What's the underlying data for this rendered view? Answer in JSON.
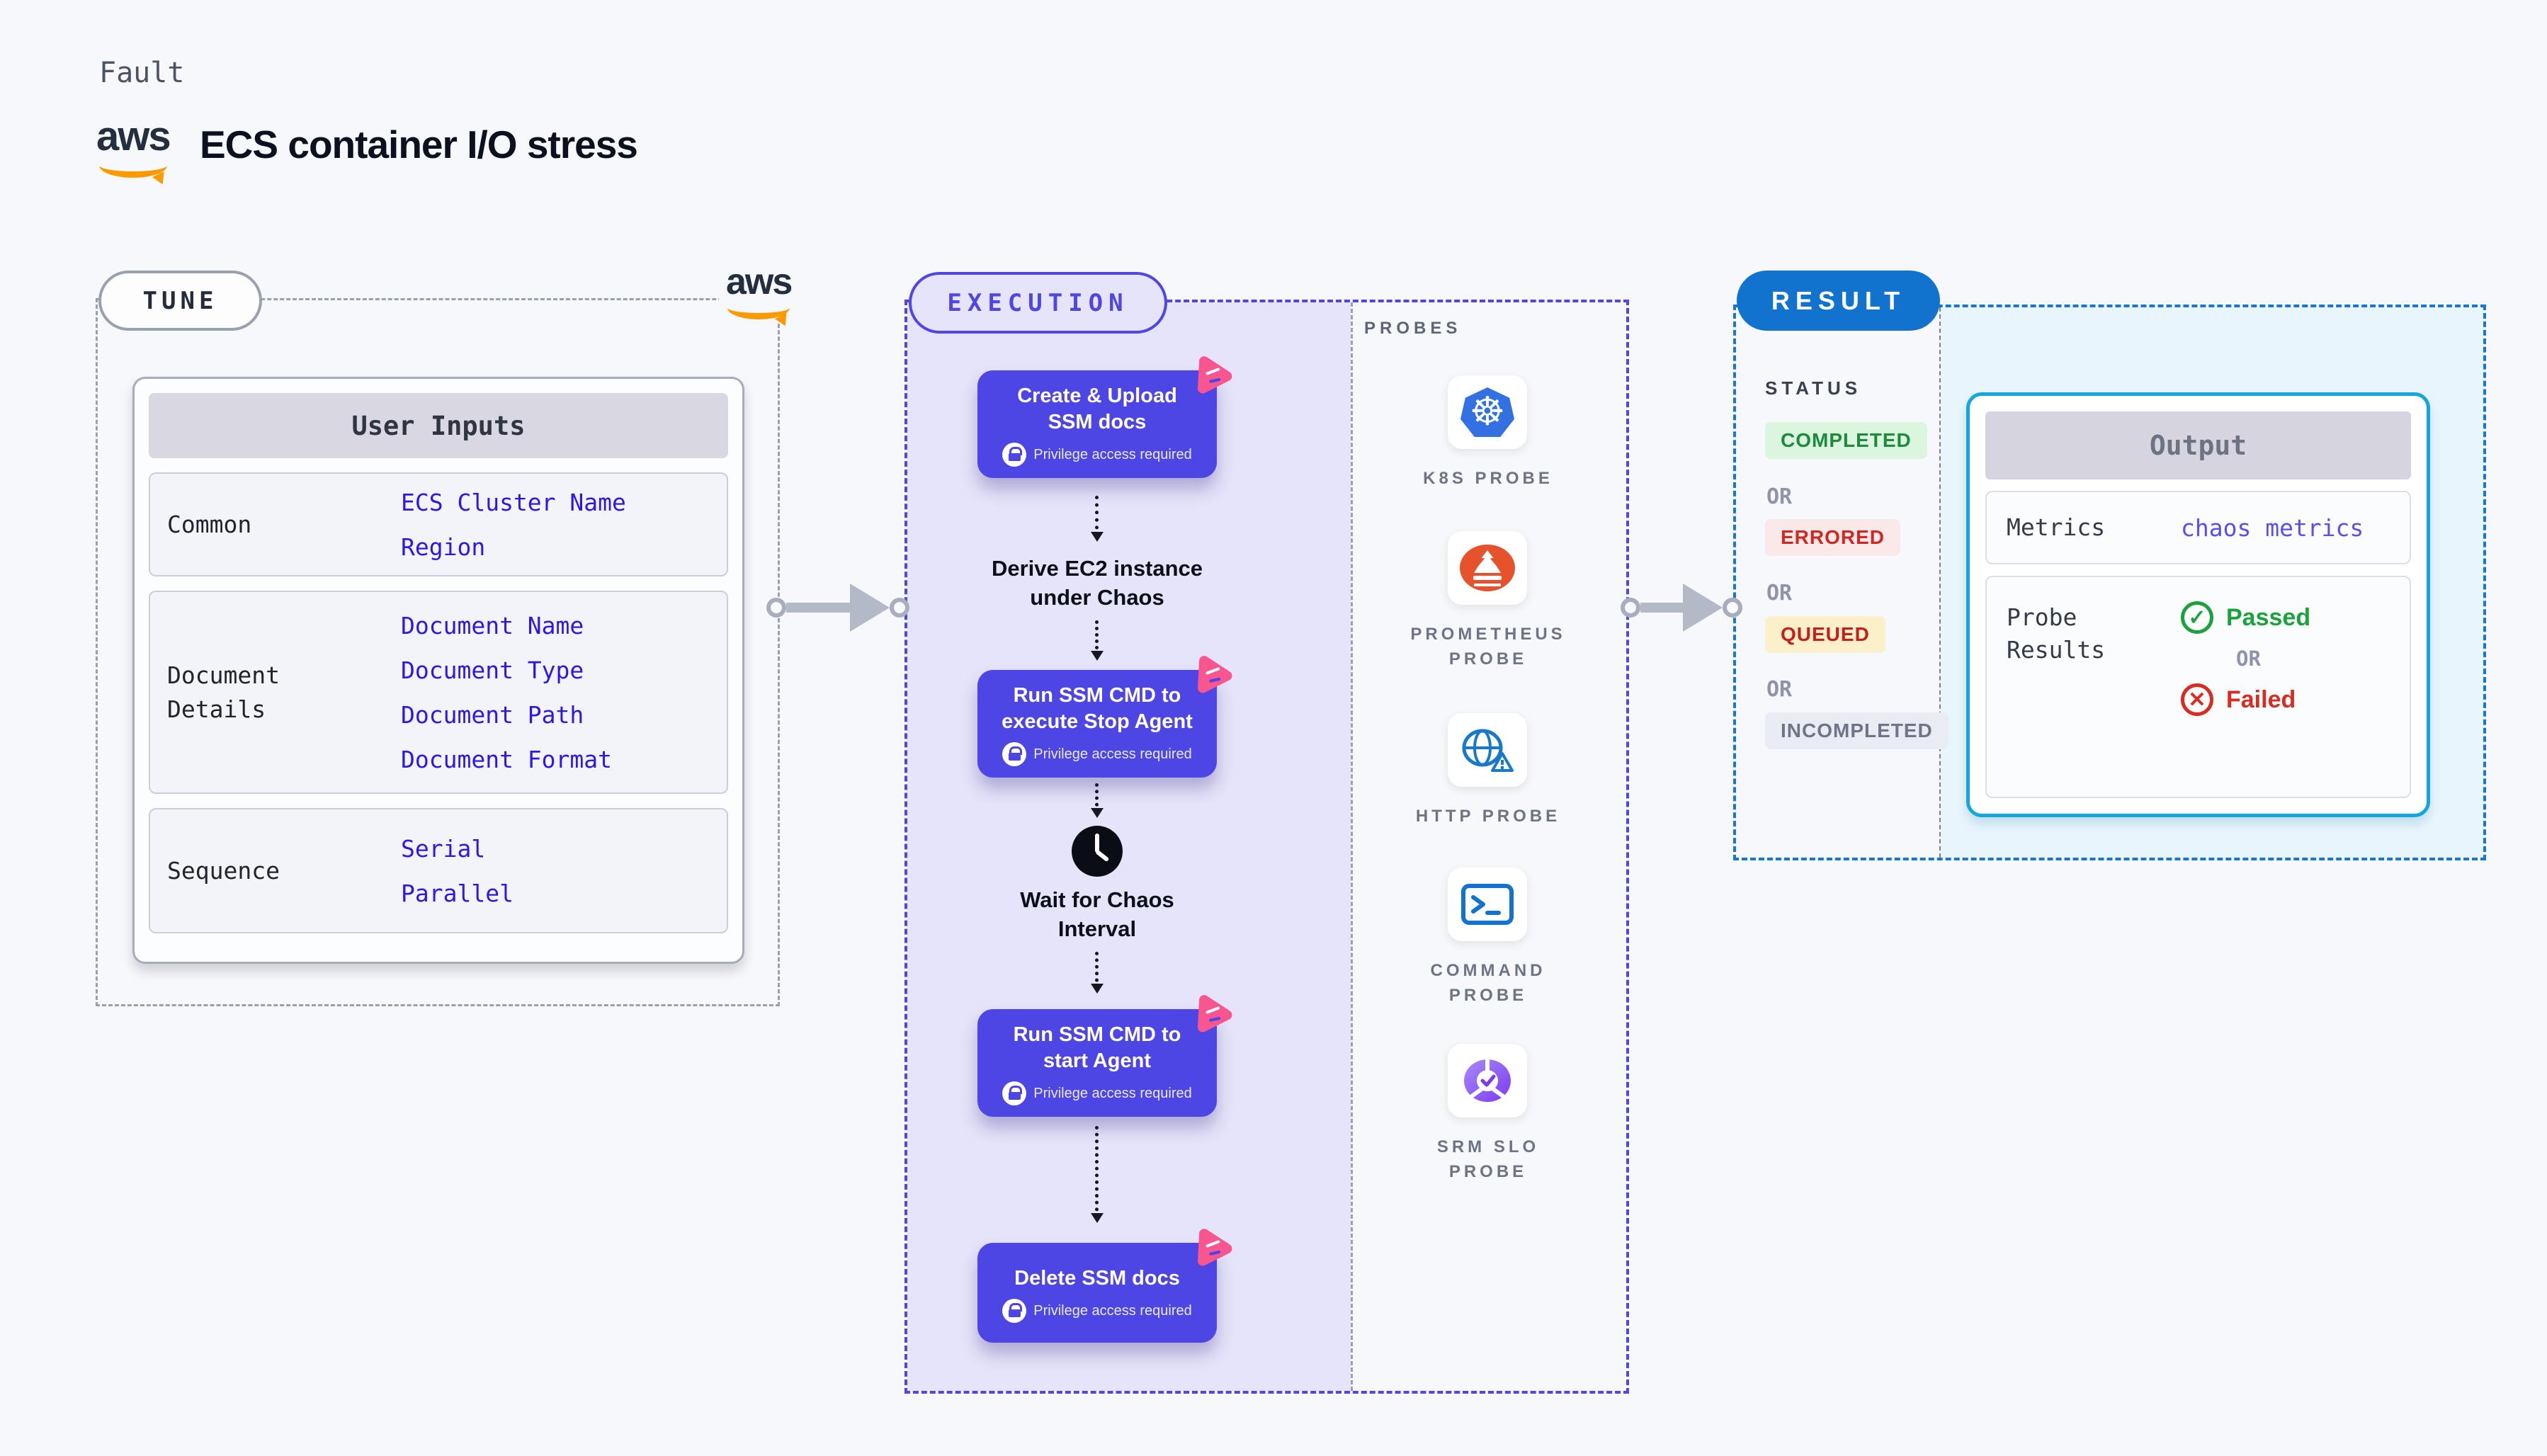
{
  "header": {
    "kicker": "Fault",
    "logo": "aws",
    "title": "ECS container I/O stress"
  },
  "tune": {
    "label": "TUNE",
    "logo": "aws",
    "table": {
      "header": "User Inputs",
      "rows": [
        {
          "label": "Common",
          "values": [
            "ECS Cluster Name",
            "Region"
          ]
        },
        {
          "label": "Document\nDetails",
          "values": [
            "Document Name",
            "Document Type",
            "Document Path",
            "Document Format"
          ]
        },
        {
          "label": "Sequence",
          "values": [
            "Serial",
            "Parallel"
          ]
        }
      ]
    }
  },
  "execution": {
    "label": "EXECUTION",
    "privilege_note": "Privilege access required",
    "steps": {
      "create": "Create & Upload\nSSM docs",
      "derive": "Derive EC2 instance\nunder Chaos",
      "stop": "Run SSM CMD to\nexecute Stop Agent",
      "wait": "Wait for Chaos\nInterval",
      "start": "Run SSM CMD to\nstart Agent",
      "delete": "Delete SSM docs"
    }
  },
  "probes": {
    "label": "PROBES",
    "items": [
      {
        "name": "K8S PROBE",
        "icon": "kubernetes-icon"
      },
      {
        "name": "PROMETHEUS\nPROBE",
        "icon": "prometheus-icon"
      },
      {
        "name": "HTTP PROBE",
        "icon": "http-globe-icon"
      },
      {
        "name": "COMMAND\nPROBE",
        "icon": "terminal-icon"
      },
      {
        "name": "SRM SLO\nPROBE",
        "icon": "slo-pie-icon"
      }
    ]
  },
  "result": {
    "label": "RESULT",
    "status": {
      "heading": "STATUS",
      "completed": "COMPLETED",
      "errored": "ERRORED",
      "queued": "QUEUED",
      "incompleted": "INCOMPLETED",
      "or": "OR"
    },
    "output": {
      "header": "Output",
      "metrics_label": "Metrics",
      "metrics_value": "chaos metrics",
      "probe_results_label": "Probe\nResults",
      "passed": "Passed",
      "or": "OR",
      "failed": "Failed"
    }
  },
  "colors": {
    "accent_indigo": "#4E46E4",
    "lavender_panel": "#E6E4FA",
    "value_blue": "#2B18E8",
    "result_blue": "#1273CE",
    "cyan_border": "#14A7DF",
    "litmus_pink": "#F9558F",
    "passed_green": "#1CA23C",
    "failed_red": "#D92B20",
    "aws_orange": "#FF9900"
  }
}
